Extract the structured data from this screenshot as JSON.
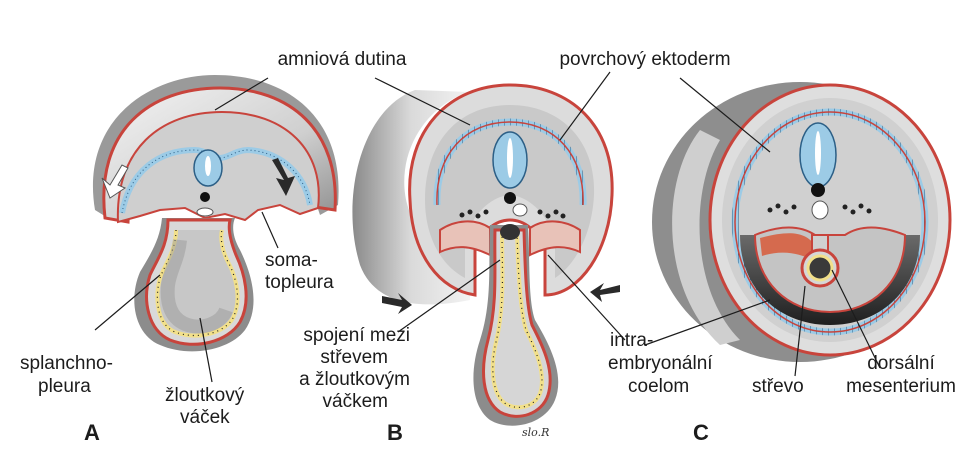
{
  "labels": {
    "amniova_dutina": "amniová dutina",
    "povrchovy_ektoderm": "povrchový ektoderm",
    "somatopleura_1": "soma-",
    "somatopleura_2": "topleura",
    "splanchnopleura_1": "splanchno-",
    "splanchnopleura_2": "pleura",
    "zloutkovy_vacek_1": "žloutkový",
    "zloutkovy_vacek_2": "váček",
    "spojeni_1": "spojení mezi",
    "spojeni_2": "střevem",
    "spojeni_3": "a žloutkovým",
    "spojeni_4": "váčkem",
    "intra_1": "intra-",
    "intra_2": "embryonální",
    "intra_3": "coelom",
    "strevo": "střevo",
    "dorsalni_1": "dorsální",
    "dorsalni_2": "mesenterium"
  },
  "panels": {
    "a": "A",
    "b": "B",
    "c": "C"
  },
  "signature": "slo.R",
  "colors": {
    "ectoderm_red": "#c8443c",
    "neural_blue": "#8ec3e0",
    "endoderm_yellow": "#f2e08a",
    "body_gray": "#d6d6d6",
    "shadow_dark": "#3a3a3a"
  }
}
